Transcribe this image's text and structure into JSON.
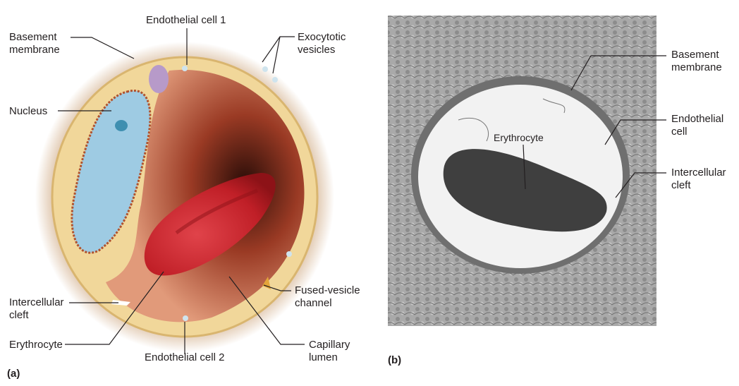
{
  "panel_a": {
    "tag": "(a)",
    "labels": {
      "basement_membrane_1": "Basement",
      "basement_membrane_2": "membrane",
      "endothelial_cell_1": "Endothelial cell 1",
      "exocytotic_1": "Exocytotic",
      "exocytotic_2": "vesicles",
      "nucleus": "Nucleus",
      "intercellular_1": "Intercellular",
      "intercellular_2": "cleft",
      "fused_1": "Fused-vesicle",
      "fused_2": "channel",
      "erythrocyte": "Erythrocyte",
      "endothelial_cell_2": "Endothelial cell 2",
      "capillary_1": "Capillary",
      "capillary_2": "lumen"
    }
  },
  "panel_b": {
    "tag": "(b)",
    "labels": {
      "basement_membrane_1": "Basement",
      "basement_membrane_2": "membrane",
      "endothelial_1": "Endothelial",
      "endothelial_2": "cell",
      "intercellular_1": "Intercellular",
      "intercellular_2": "cleft",
      "erythrocyte": "Erythrocyte"
    }
  },
  "colors": {
    "cytoplasm": "#f1d79a",
    "nucleus": "#9ecbe3",
    "lumen": "#d9825f",
    "erythrocyte": "#c8242b",
    "halo": "#c79a6d",
    "golgi": "#b79ac9"
  }
}
